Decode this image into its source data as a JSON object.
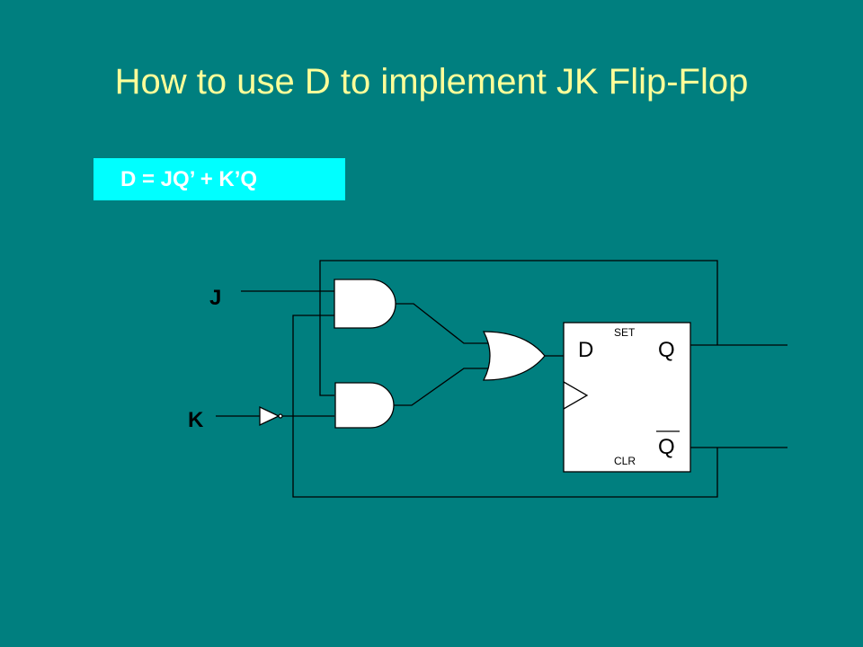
{
  "slide": {
    "title": "How to use D to implement JK Flip-Flop",
    "equation": "D = JQ’ + K’Q"
  },
  "circuit": {
    "inputs": {
      "j_label": "J",
      "k_label": "K"
    },
    "flip_flop": {
      "d_label": "D",
      "q_label": "Q",
      "qbar_label": "Q",
      "set_label": "SET",
      "clr_label": "CLR"
    },
    "colors": {
      "background": "#007f7f",
      "title": "#ffff99",
      "equation_box": "#00ffff",
      "equation_text": "#ffffff",
      "wire": "#000000",
      "gate_fill": "#ffffff"
    }
  }
}
